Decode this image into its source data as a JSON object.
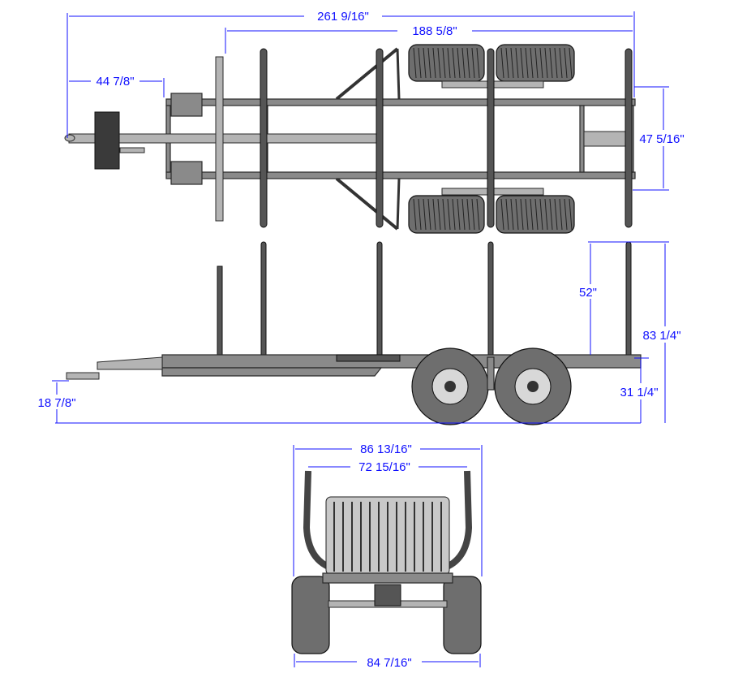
{
  "drawing": {
    "top_view": {
      "overall_length": "261 9/16\"",
      "bunk_length": "188 5/8\"",
      "tongue_length": "44 7/8\"",
      "frame_width": "47 5/16\""
    },
    "side_view": {
      "stake_height": "52\"",
      "overall_height": "83 1/4\"",
      "deck_height": "31 1/4\"",
      "hitch_height": "18 7/8\""
    },
    "rear_view": {
      "outer_width": "86 13/16\"",
      "inner_width": "72 15/16\"",
      "track_width": "84 7/16\""
    }
  },
  "colors": {
    "dimension": "#1010ff",
    "steel": "#8a8a8a",
    "outline": "#2a2a2a"
  }
}
